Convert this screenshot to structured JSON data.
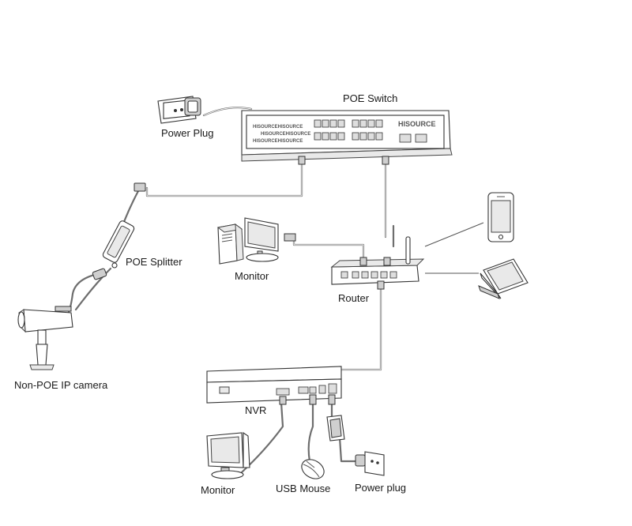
{
  "labels": {
    "poe_switch": "POE Switch",
    "power_plug_top": "Power Plug",
    "poe_splitter": "POE Splitter",
    "monitor_router": "Monitor",
    "router": "Router",
    "camera": "Non-POE IP camera",
    "nvr": "NVR",
    "monitor_nvr": "Monitor",
    "usb_mouse": "USB Mouse",
    "power_plug_bottom": "Power plug"
  },
  "switch_branding": {
    "line1": "HISOURCEHISOURCE",
    "line2": "HISOURCEHISOURCE",
    "line3": "HISOURCEHISOURCE",
    "logo": "HISOURCE"
  },
  "icons": {
    "power_outlet": "power-outlet-icon",
    "poe_switch": "network-switch-icon",
    "poe_splitter": "poe-splitter-icon",
    "desktop_pc": "desktop-tower-icon",
    "monitor": "monitor-icon",
    "router": "wifi-router-icon",
    "smartphone": "smartphone-icon",
    "laptop": "laptop-icon",
    "ip_camera": "bullet-camera-icon",
    "nvr": "nvr-recorder-icon",
    "mouse": "usb-mouse-icon",
    "power_adapter": "power-adapter-icon"
  }
}
